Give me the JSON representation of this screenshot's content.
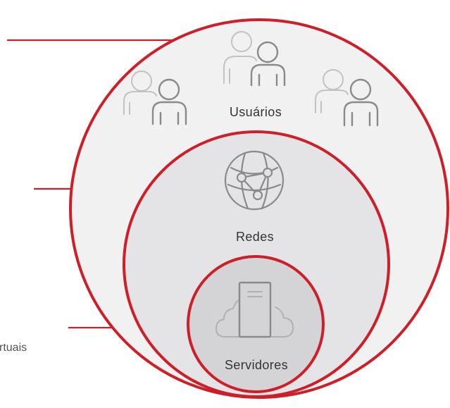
{
  "colors": {
    "accent": "#cc1f2a",
    "outer_fill": "#f1f1f2",
    "middle_fill": "#e4e4e6",
    "inner_fill": "#d4d4d6",
    "icon_stroke": "#8a8a8a",
    "icon_stroke_light": "#b5b5b5",
    "label_text": "#333333"
  },
  "layers": {
    "outer": {
      "label": "Usuários",
      "icon": "users-icon"
    },
    "middle": {
      "label": "Redes",
      "icon": "network-globe-icon"
    },
    "inner": {
      "label": "Servidores",
      "icon": "server-cloud-icon"
    }
  },
  "side_text": {
    "bottom": "rtuais"
  }
}
